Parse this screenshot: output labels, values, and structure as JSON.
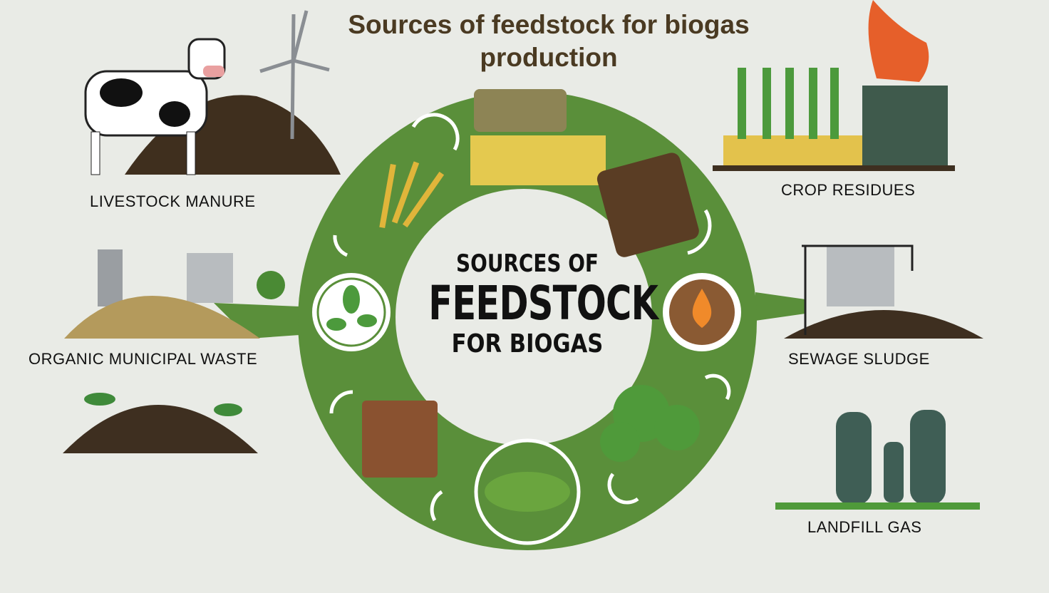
{
  "title": "Sources of feedstock for biogas production",
  "center": {
    "line1": "SOURCES OF",
    "line2": "FEEDSTOCK",
    "line3": "FOR BIOGAS"
  },
  "sources": [
    {
      "label": "LIVESTOCK MANURE"
    },
    {
      "label": "ORGANIC MUNICIPAL WASTE"
    },
    {
      "label": "CROP RESIDUES"
    },
    {
      "label": "SEWAGE SLUDGE"
    },
    {
      "label": "LANDFILL GAS"
    }
  ],
  "colors": {
    "ring": "#5a8f3a",
    "background": "#e9ebe6",
    "title": "#4a3a22"
  }
}
